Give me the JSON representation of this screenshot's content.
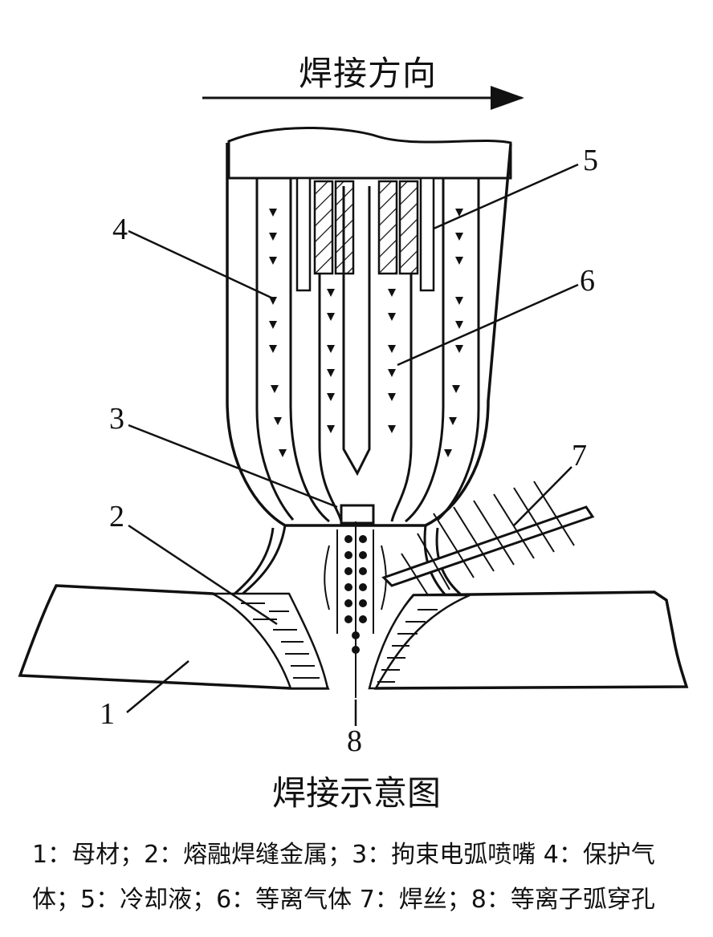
{
  "diagram": {
    "direction_label": "焊接方向",
    "callouts": [
      "1",
      "2",
      "3",
      "4",
      "5",
      "6",
      "7",
      "8"
    ],
    "caption": "焊接示意图",
    "legend_line1": "1：母材；2：熔融焊缝金属；3：拘束电弧喷嘴 4：保护气",
    "legend_line2": "体；5：冷却液；6：等离气体 7：焊丝；8：等离子弧穿孔"
  },
  "colors": {
    "ink": "#111111",
    "background": "#ffffff"
  }
}
